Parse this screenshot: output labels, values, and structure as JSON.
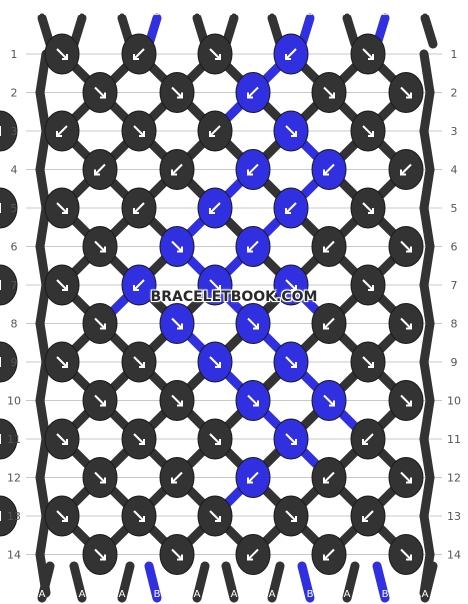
{
  "colors": {
    "A": "#333333",
    "B": "#3030e0",
    "grid": "#c8c8c8",
    "arrow": "#ffffff",
    "label": "#555555",
    "background": "#ffffff"
  },
  "strings_top": [
    "A",
    "A",
    "A",
    "B",
    "A",
    "A",
    "A",
    "B",
    "A",
    "B",
    "A"
  ],
  "strings_bottom": [
    "A",
    "A",
    "A",
    "B",
    "A",
    "A",
    "A",
    "B",
    "A",
    "B",
    "A"
  ],
  "row_labels": [
    "1",
    "2",
    "3",
    "4",
    "5",
    "6",
    "7",
    "8",
    "9",
    "10",
    "11",
    "12",
    "13",
    "14"
  ],
  "watermark": "BRACELETBOOK.COM",
  "knots": [
    [
      "A:se",
      "A:sw",
      "A:se",
      "B:sw",
      "A:se"
    ],
    [
      "A:se",
      "A:se",
      "B:sw",
      "A:se",
      "A:se"
    ],
    [
      "A:sw",
      "A:se",
      "A:sw",
      "B:se",
      "A:se",
      "A:sw"
    ],
    [
      "A:sw",
      "A:sw",
      "B:sw",
      "B:sw",
      "A:sw"
    ],
    [
      "A:se",
      "A:sw",
      "B:sw",
      "B:sw",
      "A:se",
      "A:sw"
    ],
    [
      "A:se",
      "B:se",
      "B:sw",
      "A:sw",
      "A:se"
    ],
    [
      "A:se",
      "B:sw",
      "B:se",
      "B:se",
      "A:se",
      "A:se"
    ],
    [
      "A:se",
      "B:se",
      "B:se",
      "A:sw",
      "A:se"
    ],
    [
      "A:se",
      "A:se",
      "B:se",
      "B:se",
      "A:se",
      "A:se"
    ],
    [
      "A:se",
      "A:se",
      "B:se",
      "B:se",
      "A:se"
    ],
    [
      "A:se",
      "A:se",
      "A:se",
      "B:se",
      "A:sw",
      "A:se"
    ],
    [
      "A:se",
      "A:sw",
      "B:sw",
      "A:sw",
      "A:se"
    ],
    [
      "A:se",
      "A:se",
      "A:se",
      "A:se",
      "A:sw",
      "A:se"
    ],
    [
      "A:se",
      "A:se",
      "A:sw",
      "A:sw",
      "A:se"
    ]
  ]
}
